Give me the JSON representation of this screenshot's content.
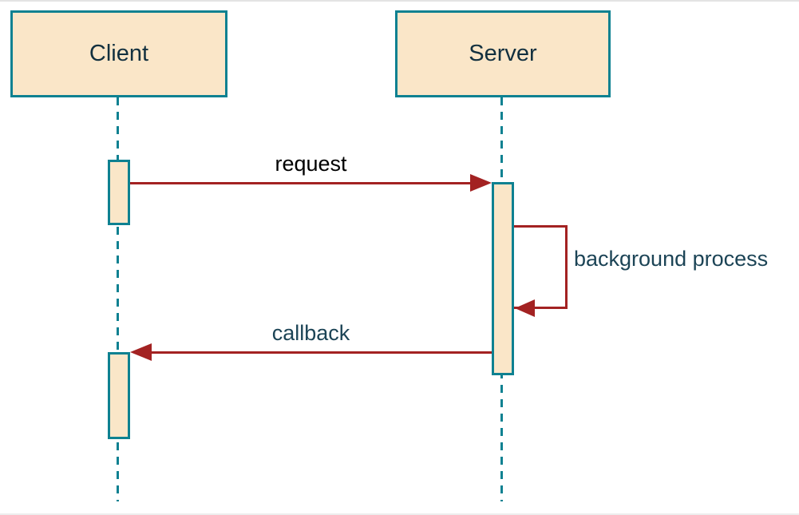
{
  "diagram": {
    "type": "uml-sequence-diagram",
    "actors": [
      {
        "id": "client",
        "label": "Client"
      },
      {
        "id": "server",
        "label": "Server"
      }
    ],
    "messages": [
      {
        "label": "request",
        "from": "client",
        "to": "server",
        "kind": "solid-arrow"
      },
      {
        "label": "background process",
        "from": "server",
        "to": "server",
        "kind": "self-loop-arrow"
      },
      {
        "label": "callback",
        "from": "server",
        "to": "client",
        "kind": "solid-arrow"
      }
    ],
    "colors": {
      "actor_fill": "#FAE6C8",
      "actor_border": "#0E8191",
      "lifeline": "#0E8191",
      "message_line": "#A32222",
      "actor_text": "#12303F",
      "request_label_text": "#000000",
      "message_label_text": "#1C4456",
      "background": "#FFFFFF"
    }
  }
}
